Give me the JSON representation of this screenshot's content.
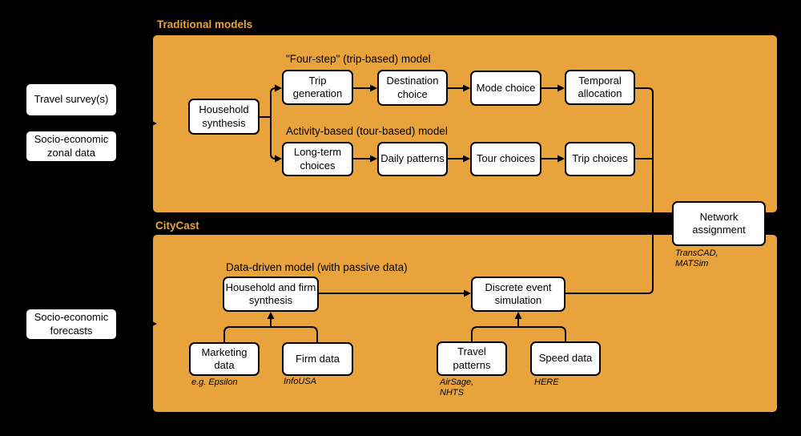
{
  "colors": {
    "background": "#000000",
    "panel_fill": "#E8A33D",
    "section_title_text": "#E8A33D",
    "node_fill": "#FFFFFF",
    "node_border": "#000000",
    "connector": "#000000"
  },
  "titles": {
    "traditional": "Traditional models",
    "citycast": "CityCast"
  },
  "labels": {
    "four_step": "\"Four-step\" (trip-based) model",
    "activity_based": "Activity-based (tour-based) model",
    "data_driven": "Data-driven model (with passive data)"
  },
  "nodes": {
    "travel_survey": "Travel survey(s)",
    "zonal_data": "Socio-economic zonal data",
    "forecasts": "Socio-economic forecasts",
    "household_synthesis": "Household synthesis",
    "trip_generation": "Trip generation",
    "destination_choice": "Destination choice",
    "mode_choice": "Mode choice",
    "temporal_allocation": "Temporal allocation",
    "long_term_choices": "Long-term choices",
    "daily_patterns": "Daily patterns",
    "tour_choices": "Tour choices",
    "trip_choices": "Trip choices",
    "network_assignment": "Network assignment",
    "household_firm": "Household and firm synthesis",
    "discrete_event": "Discrete event simulation",
    "marketing_data": "Marketing data",
    "firm_data": "Firm data",
    "travel_patterns": "Travel patterns",
    "speed_data": "Speed data"
  },
  "annotations": {
    "marketing": "e.g. Epsilon",
    "firm": "InfoUSA",
    "travel_patterns": "AirSage,\nNHTS",
    "speed": "HERE",
    "network": "TransCAD,\nMATSim"
  }
}
